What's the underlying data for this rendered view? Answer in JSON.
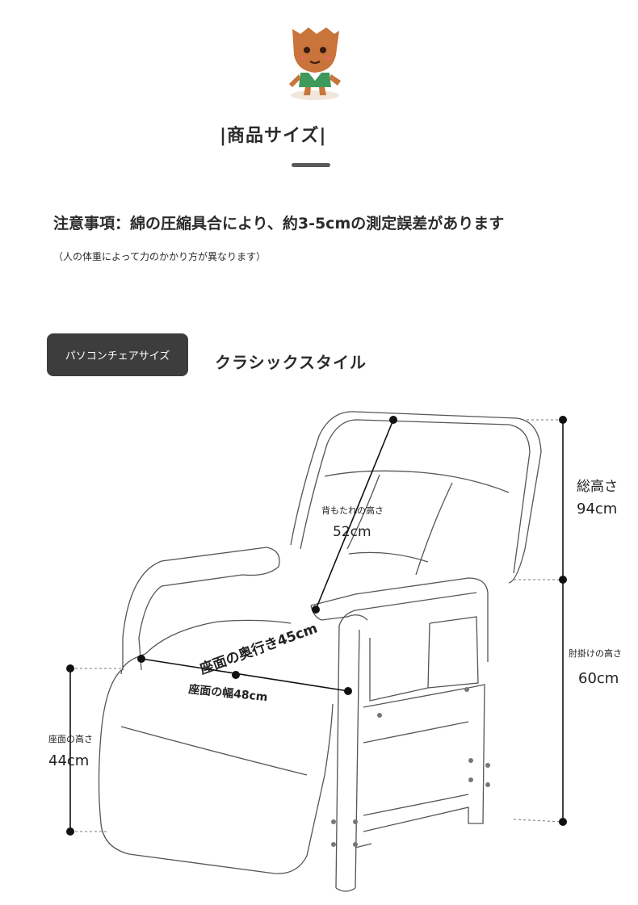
{
  "section_title": "|商品サイズ|",
  "notice": {
    "main": "注意事項：綿の圧縮具合により、約3-5cmの測定誤差があります",
    "sub": "（人の体重によって力のかかり方が異なります）"
  },
  "chip_label": "パソコンチェアサイズ",
  "style_label": "クラシックスタイル",
  "dimensions": {
    "total_height": {
      "label": "総高さ",
      "value": "94cm"
    },
    "armrest_height": {
      "label": "肘掛けの高さ",
      "value": "60cm"
    },
    "backrest_height": {
      "label": "背もたれの高さ",
      "value": "52cm"
    },
    "seat_height": {
      "label": "座面の高さ",
      "value": "44cm"
    },
    "seat_depth": {
      "label": "座面の奥行き45cm"
    },
    "seat_width": {
      "label": "座面の幅48cm"
    }
  },
  "colors": {
    "chip_bg": "#3d3d3d",
    "mascot_body": "#c8743a",
    "mascot_shirt": "#3e9a5b",
    "line": "#111111"
  }
}
